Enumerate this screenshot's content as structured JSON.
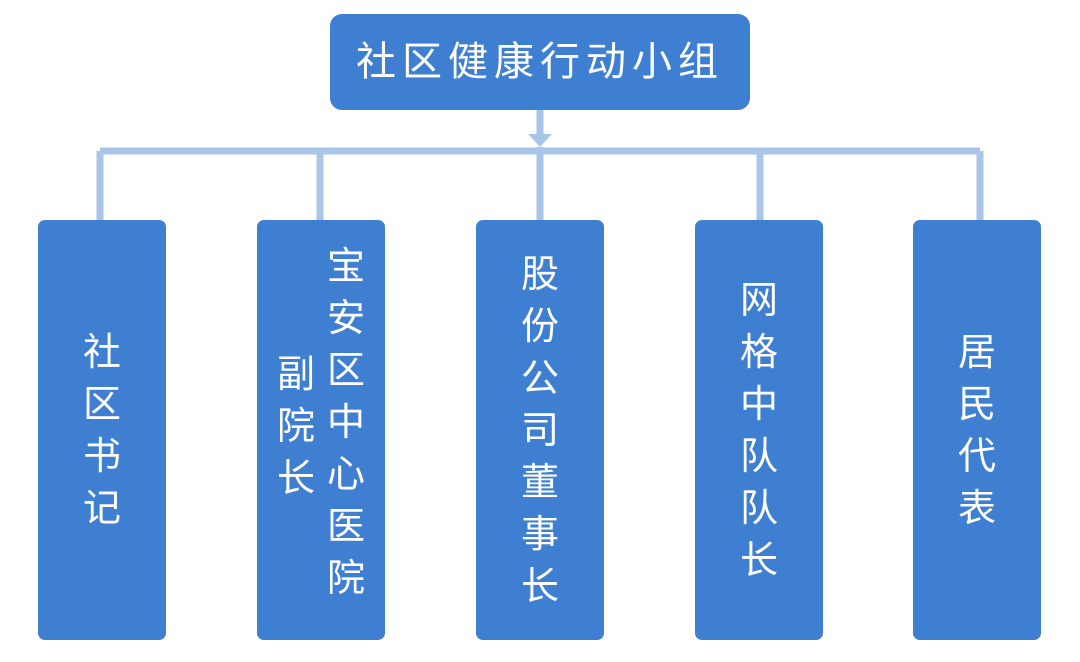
{
  "root": {
    "label": "社区健康行动小组"
  },
  "children": [
    {
      "lines": [
        "社区书记"
      ]
    },
    {
      "lines": [
        "宝安区中心医院",
        "副院长"
      ]
    },
    {
      "lines": [
        "股份公司董事长"
      ]
    },
    {
      "lines": [
        "网格中队队长"
      ]
    },
    {
      "lines": [
        "居民代表"
      ]
    }
  ],
  "colors": {
    "box_fill": "#3f7fd2",
    "connector": "#a9c6ea",
    "text": "#ffffff"
  }
}
